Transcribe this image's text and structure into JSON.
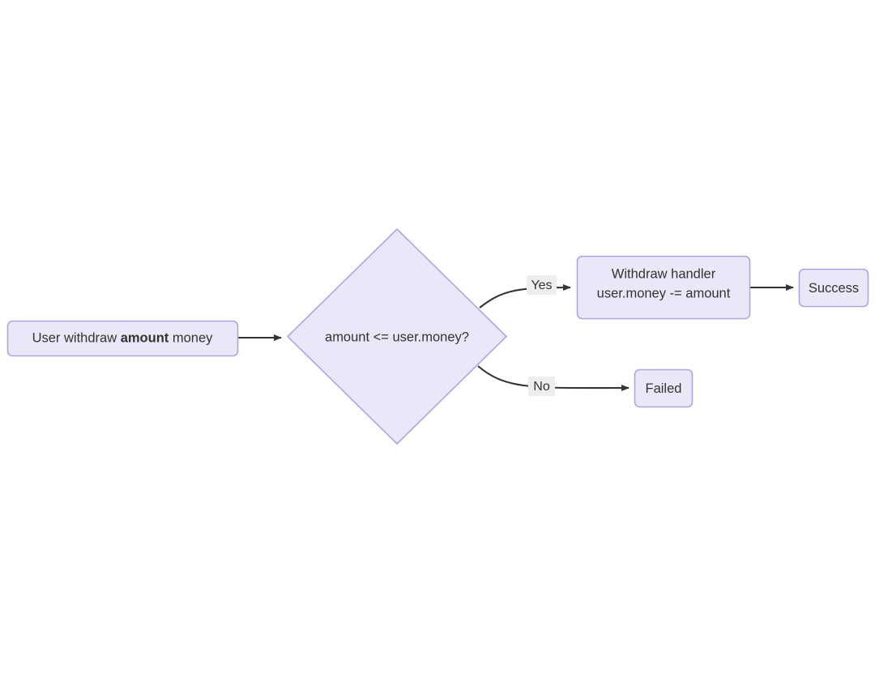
{
  "diagram": {
    "type": "flowchart",
    "direction": "left-to-right",
    "background_color": "#ffffff",
    "node_fill_color": "#e8e8f8",
    "node_border_color": "#b1a3e6",
    "edge_color": "#333333",
    "edge_label_background": "#eeeeee",
    "text_color": "#333333",
    "nodes": [
      {
        "id": "start",
        "shape": "rounded-rectangle",
        "label": "User withdraw amount money",
        "label_prefix": "User withdraw ",
        "label_emphasis": "amount",
        "label_suffix": " money"
      },
      {
        "id": "decision",
        "shape": "diamond",
        "label": "amount <= user.money?"
      },
      {
        "id": "handler",
        "shape": "rounded-rectangle",
        "label_line1": "Withdraw handler",
        "label_line2": "user.money -= amount"
      },
      {
        "id": "success",
        "shape": "rounded-rectangle",
        "label": "Success"
      },
      {
        "id": "failed",
        "shape": "rounded-rectangle",
        "label": "Failed"
      }
    ],
    "edges": [
      {
        "id": "start-decision",
        "from": "start",
        "to": "decision",
        "label": ""
      },
      {
        "id": "decision-handler",
        "from": "decision",
        "to": "handler",
        "label": "Yes"
      },
      {
        "id": "decision-failed",
        "from": "decision",
        "to": "failed",
        "label": "No"
      },
      {
        "id": "handler-success",
        "from": "handler",
        "to": "success",
        "label": ""
      }
    ]
  }
}
